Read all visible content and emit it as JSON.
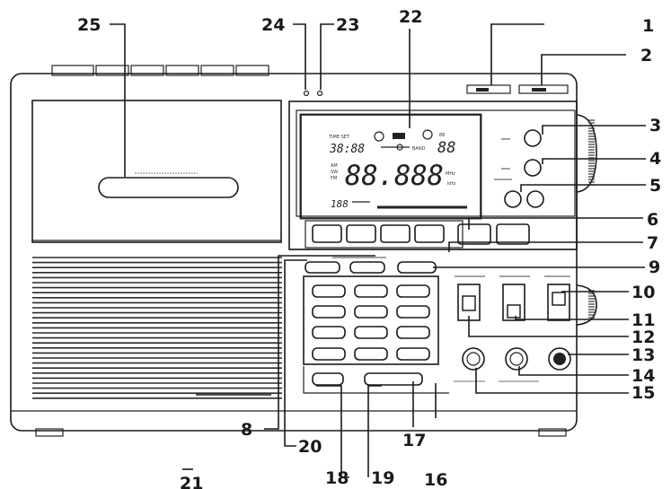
{
  "diagram": {
    "callouts": [
      {
        "id": 1,
        "label": "1"
      },
      {
        "id": 2,
        "label": "2"
      },
      {
        "id": 3,
        "label": "3"
      },
      {
        "id": 4,
        "label": "4"
      },
      {
        "id": 5,
        "label": "5"
      },
      {
        "id": 6,
        "label": "6"
      },
      {
        "id": 7,
        "label": "7"
      },
      {
        "id": 8,
        "label": "8"
      },
      {
        "id": 9,
        "label": "9"
      },
      {
        "id": 10,
        "label": "10"
      },
      {
        "id": 11,
        "label": "11"
      },
      {
        "id": 12,
        "label": "12"
      },
      {
        "id": 13,
        "label": "13"
      },
      {
        "id": 14,
        "label": "14"
      },
      {
        "id": 15,
        "label": "15"
      },
      {
        "id": 16,
        "label": "16"
      },
      {
        "id": 17,
        "label": "17"
      },
      {
        "id": 18,
        "label": "18"
      },
      {
        "id": 19,
        "label": "19"
      },
      {
        "id": 20,
        "label": "20"
      },
      {
        "id": 21,
        "label": "21"
      },
      {
        "id": 22,
        "label": "22"
      },
      {
        "id": 23,
        "label": "23"
      },
      {
        "id": 24,
        "label": "24"
      },
      {
        "id": 25,
        "label": "25"
      }
    ],
    "lcd": {
      "clock": "38:88",
      "main_freq": "88.888",
      "channel": "88",
      "small_left": "188",
      "unit_mhz": "MHz",
      "unit_khz": "kHz"
    }
  }
}
